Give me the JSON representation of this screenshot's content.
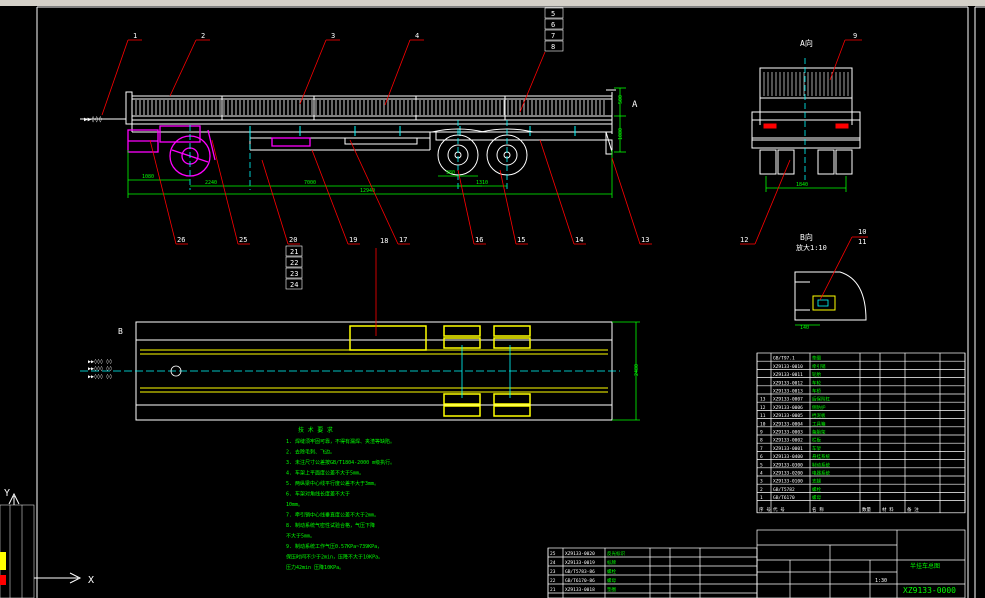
{
  "viewport": {
    "ucs_y_label": "Y",
    "ucs_x_label": "X"
  },
  "main_view": {
    "balloons": [
      "1",
      "2",
      "3",
      "4",
      "5",
      "6",
      "7",
      "8"
    ],
    "bottom_balloons": [
      "26",
      "25",
      "20",
      "19",
      "18",
      "17",
      "16",
      "15",
      "14",
      "13"
    ],
    "stack_balloons": [
      "21",
      "22",
      "23",
      "24"
    ],
    "dims": [
      "1080",
      "2240",
      "7000",
      "980",
      "1310",
      "12940"
    ],
    "side_dims": [
      "500",
      "1080"
    ],
    "section_marker": "A"
  },
  "rear_view": {
    "title": "A向",
    "balloon_top": "9",
    "balloon_bottom": "12",
    "dim": "1840"
  },
  "detail_view": {
    "title": "B向",
    "scale": "放大1:10",
    "balloons": [
      "10",
      "11"
    ],
    "dim": "140"
  },
  "plan_view": {
    "marker": "B",
    "right_dim": "2480"
  },
  "tech_notes": {
    "title": "技 术 要 求",
    "lines": [
      "1. 焊缝须牢固可靠，不得有漏焊、夹渣等缺陷。",
      "2. 去除毛刺、飞边。",
      "3. 未注尺寸公差按GB/T1804-2000 m级执行。",
      "4. 车架上平面度公差不大于5mm。",
      "5. 两纵梁中心线平行度公差不大于3mm。",
      "6. 车架对角线长度差不大于",
      "   10mm。",
      "7. 牵引销中心线垂直度公差不大于2mm。",
      "8. 制动系统气密性试验合格，气压下降",
      "   不大于5mm。",
      "9. 制动系统工作气压0.57KPa~739KPa，",
      "   保压时间不少于2min，压降不大于10KPa。",
      "   压力42min 压降10KPa。"
    ]
  },
  "parts_list": {
    "rows": [
      {
        "no": "13",
        "code": "XZ9133-0007",
        "name": "后保险杠"
      },
      {
        "no": "12",
        "code": "XZ9133-0006",
        "name": "侧防护"
      },
      {
        "no": "11",
        "code": "XZ9133-0005",
        "name": "挡泥板"
      },
      {
        "no": "10",
        "code": "XZ9133-0004",
        "name": "工具箱"
      },
      {
        "no": "9",
        "code": "XZ9133-0003",
        "name": "备胎架"
      },
      {
        "no": "8",
        "code": "XZ9133-0002",
        "name": "栏板"
      },
      {
        "no": "7",
        "code": "XZ9133-0001",
        "name": "车架"
      },
      {
        "no": "6",
        "code": "XZ9133-0400",
        "name": "悬挂系统"
      },
      {
        "no": "5",
        "code": "XZ9133-0300",
        "name": "制动系统"
      },
      {
        "no": "4",
        "code": "XZ9133-0200",
        "name": "电器系统"
      },
      {
        "no": "3",
        "code": "XZ9133-0100",
        "name": "支腿"
      },
      {
        "no": "2",
        "code": "GB/T5782",
        "name": "螺栓"
      },
      {
        "no": "1",
        "code": "GB/T6170",
        "name": "螺母"
      }
    ],
    "extra_rows": [
      {
        "no": "",
        "code": "GB/T97.1",
        "name": "垫圈"
      },
      {
        "no": "",
        "code": "XZ9133-0010",
        "name": "牵引销"
      },
      {
        "no": "",
        "code": "XZ9133-0011",
        "name": "轮胎"
      },
      {
        "no": "",
        "code": "XZ9133-0012",
        "name": "车轮"
      },
      {
        "no": "",
        "code": "XZ9133-0013",
        "name": "车桥"
      }
    ],
    "header": [
      "序 号",
      "代 号",
      "名 称",
      "数量",
      "材 料",
      "备 注"
    ]
  },
  "left_parts_list": {
    "rows": [
      {
        "no": "25",
        "code": "XZ9133-0020",
        "name": "反光标识"
      },
      {
        "no": "24",
        "code": "XZ9133-0019",
        "name": "标牌"
      },
      {
        "no": "23",
        "code": "GB/T5783-86",
        "name": "螺栓"
      },
      {
        "no": "22",
        "code": "GB/T6170-86",
        "name": "螺母"
      },
      {
        "no": "21",
        "code": "XZ9133-0018",
        "name": "垫圈"
      }
    ]
  },
  "title_block": {
    "name": "半挂车总图",
    "drawing_no": "XZ9133-0000",
    "scale": "1:30"
  },
  "colors": {
    "background": "#000000",
    "geometry": "#ffffff",
    "centerline": "#00ffff",
    "dimension": "#00ff00",
    "leader": "#ff0000",
    "highlight": "#ffff00",
    "component": "#ff00ff"
  }
}
